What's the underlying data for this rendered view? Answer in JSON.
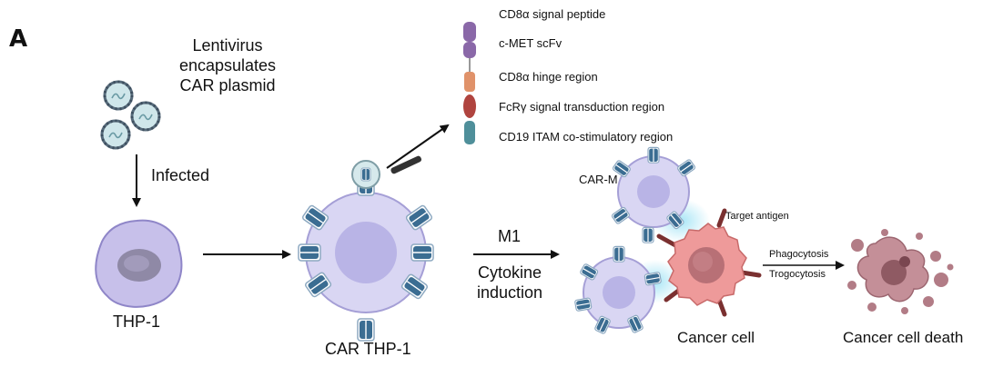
{
  "panel_label": "A",
  "lentivirus": {
    "line1": "Lentivirus",
    "line2": "encapsulates",
    "line3": "CAR plasmid"
  },
  "step_infected": "Infected",
  "thp1_label": "THP-1",
  "car_thp1_label": "CAR THP-1",
  "construct_parts": [
    {
      "label": "CD8α signal peptide",
      "color": "#8a68a8"
    },
    {
      "label": "c-MET scFv",
      "color": "#8a68a8"
    },
    {
      "label": "CD8α hinge region",
      "color": "#e0926a"
    },
    {
      "label": "FcRγ signal transduction region",
      "color": "#b0443f"
    },
    {
      "label": "CD19 ITAM co-stimulatory region",
      "color": "#4f8f9a"
    }
  ],
  "m1_label": "M1",
  "cytokine": {
    "line1": "Cytokine",
    "line2": "induction"
  },
  "car_m_label": "CAR-M",
  "target_antigen_label": "Target antigen",
  "phagocytosis_label": "Phagocytosis",
  "trogocytosis_label": "Trogocytosis",
  "cancer_cell_label": "Cancer cell",
  "cancer_death_label": "Cancer cell death",
  "colors": {
    "car_cell_fill": "#d9d6f3",
    "car_cell_nucleus": "#b9b4e6",
    "receptor": "#3b6d92",
    "thp1_fill": "#c7c0ea",
    "cancer_fill": "#ee9a9a",
    "death_fill": "#b27c86"
  }
}
